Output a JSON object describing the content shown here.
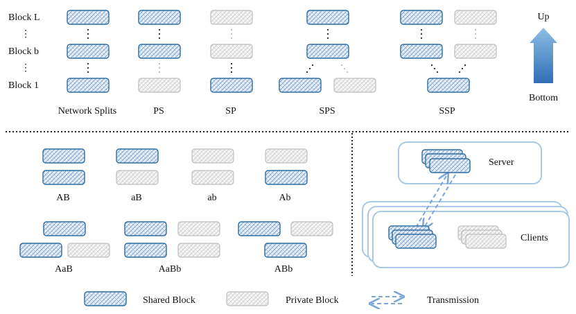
{
  "top": {
    "row_labels": [
      "Block L",
      "Block b",
      "Block 1"
    ],
    "ellipsis": "⋮",
    "columns": [
      "Network Splits",
      "PS",
      "SP",
      "SPS",
      "SSP"
    ],
    "arrow_up": "Up",
    "arrow_bottom": "Bottom"
  },
  "configs": {
    "labels": [
      "AB",
      "aB",
      "ab",
      "Ab",
      "AaB",
      "AaBb",
      "ABb"
    ]
  },
  "federation": {
    "server": "Server",
    "clients": "Clients"
  },
  "legend": {
    "shared": "Shared Block",
    "private": "Private Block",
    "transmission": "Transmission"
  },
  "colors": {
    "shared_stroke": "#2e6da4",
    "shared_fill": "#e6eef7",
    "private_stroke": "#bdbdbd",
    "private_fill": "#f4f4f4",
    "arrow_blue": "#3f7fc1",
    "panel_border": "#a9c8e6",
    "dash_line": "#7aa7d4"
  }
}
